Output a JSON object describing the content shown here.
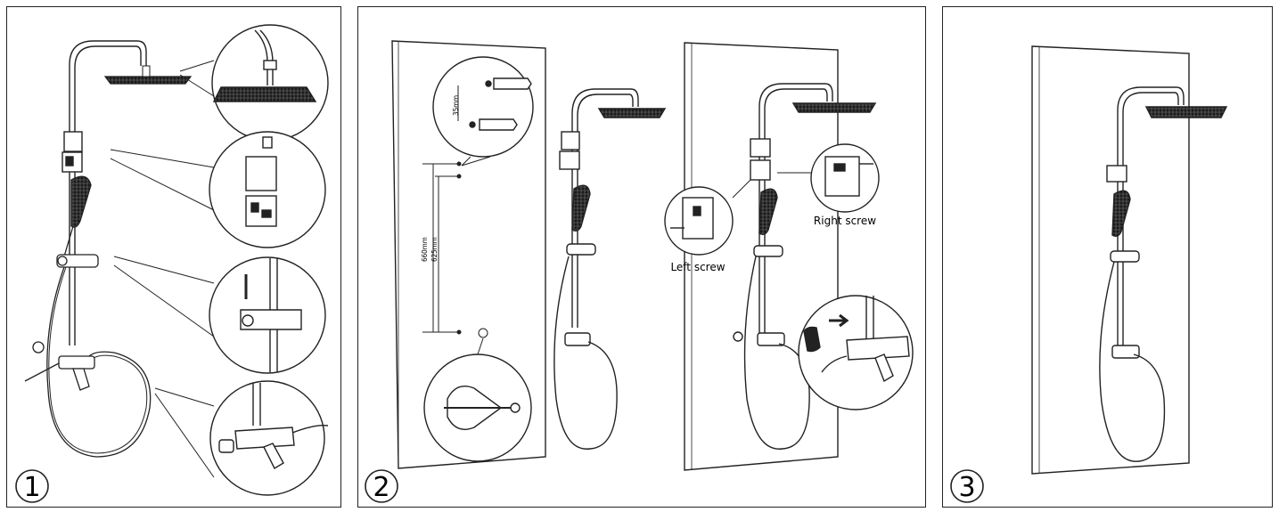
{
  "steps": [
    {
      "number": "1"
    },
    {
      "number": "2"
    },
    {
      "number": "3"
    }
  ],
  "labels": {
    "left_screw": "Left screw",
    "right_screw": "Right screw",
    "dim_35": "35mm",
    "dim_660": "660mm",
    "dim_625": "625mm"
  }
}
